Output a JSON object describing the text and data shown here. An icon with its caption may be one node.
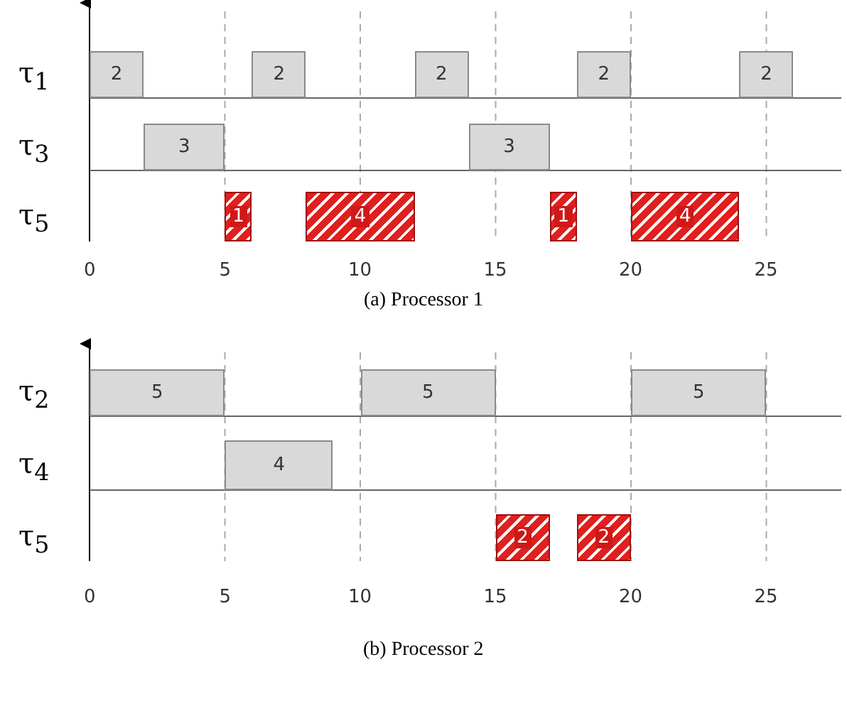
{
  "diagram": {
    "nodes": [
      {
        "text": [
          "2"
        ]
      },
      {
        "text": [
          "2"
        ]
      },
      {
        "text": [
          "2"
        ]
      },
      {
        "text": [
          "2"
        ]
      },
      {
        "text": [
          "2"
        ]
      },
      {
        "text": [
          "3"
        ]
      },
      {
        "text": [
          "3"
        ]
      },
      {
        "text": [
          "1"
        ]
      },
      {
        "text": [
          "4"
        ]
      },
      {
        "text": [
          "1"
        ]
      },
      {
        "text": [
          "4"
        ]
      },
      {
        "text": [
          "5"
        ]
      },
      {
        "text": [
          "5"
        ]
      },
      {
        "text": [
          "5"
        ]
      },
      {
        "text": [
          "4"
        ]
      },
      {
        "text": [
          "2"
        ]
      },
      {
        "text": [
          "2"
        ]
      }
    ],
    "labels": [
      "τ$_{1}$",
      "τ$_{3}$",
      "τ$_{5}$",
      "0",
      "5",
      "10",
      "15",
      "20",
      "25",
      "(a) Processor 1",
      "τ$_{2}$",
      "τ$_{4}$",
      "τ$_{5}$",
      "0",
      "5",
      "10",
      "15",
      "20",
      "25",
      "(b) Processor 2"
    ]
  }
}
